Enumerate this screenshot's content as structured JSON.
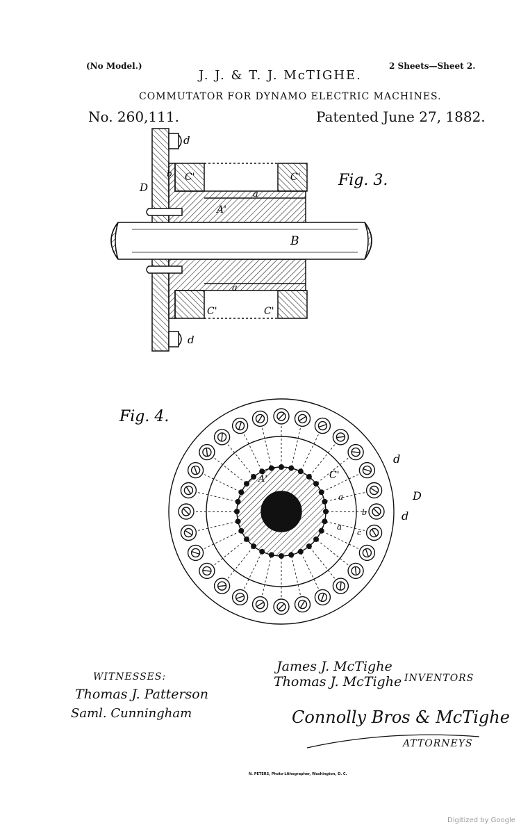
{
  "header": {
    "no_model": "(No Model.)",
    "sheets": "2 Sheets—Sheet 2.",
    "inventors_names": "J. J. & T. J. McTIGHE.",
    "title": "COMMUTATOR FOR DYNAMO ELECTRIC MACHINES.",
    "patent_number": "No. 260,111.",
    "patented_date": "Patented June 27, 1882."
  },
  "figures": {
    "fig3": {
      "caption": "Fig. 3.",
      "labels": {
        "d_top": "d",
        "d_bottom": "d",
        "D": "D",
        "b": "b",
        "C_top_left": "C'",
        "C_top_right": "C'",
        "C_bot_left": "C'",
        "C_bot_right": "C'",
        "a_top": "a",
        "a_bottom": "a",
        "A": "A'",
        "B": "B"
      }
    },
    "fig4": {
      "caption": "Fig. 4.",
      "labels": {
        "d_upper": "d",
        "C": "C'",
        "D": "D",
        "A": "A'",
        "a_upper": "a",
        "b": "b",
        "d_lower": "d",
        "a_lower": "a",
        "c": "c"
      }
    }
  },
  "signatures": {
    "witnesses_label": "WITNESSES:",
    "witness_1": "Thomas J. Patterson",
    "witness_2": "Saml. Cunningham",
    "inventor_1": "James J. McTighe",
    "inventor_2": "Thomas J. McTighe",
    "inventors_label": "INVENTORS",
    "attorneys_signature": "Connolly Bros & McTighe",
    "attorneys_label": "ATTORNEYS"
  },
  "imprint": "N. PETERS, Photo-Lithographer, Washington, D. C.",
  "watermark": "Digitized by Google"
}
